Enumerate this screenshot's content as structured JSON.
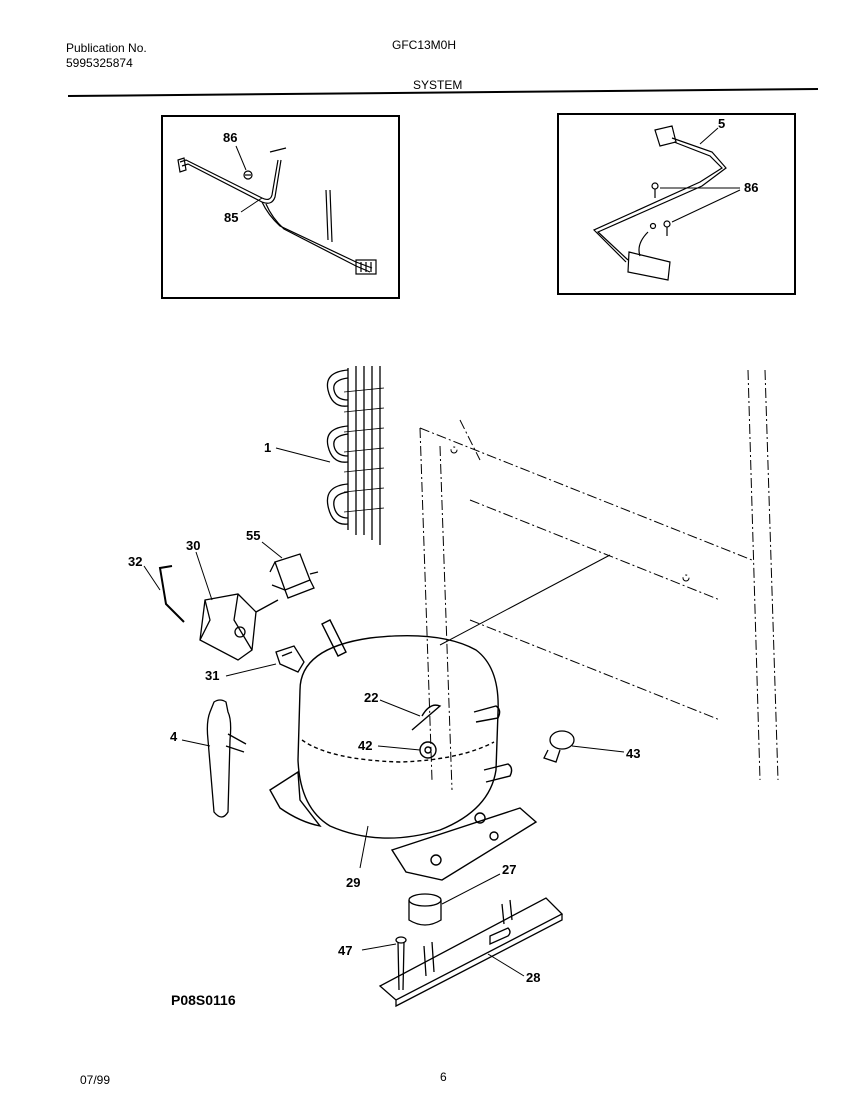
{
  "header": {
    "publication_label": "Publication No.",
    "publication_number": "5995325874",
    "model": "GFC13M0H",
    "section": "SYSTEM"
  },
  "footer": {
    "date": "07/99",
    "page": "6",
    "drawing_id": "P08S0116"
  },
  "callouts": {
    "inset_left": [
      "86",
      "85"
    ],
    "inset_right": [
      "5",
      "86"
    ],
    "main": [
      "1",
      "55",
      "30",
      "32",
      "31",
      "22",
      "4",
      "42",
      "43",
      "29",
      "27",
      "47",
      "28"
    ]
  }
}
